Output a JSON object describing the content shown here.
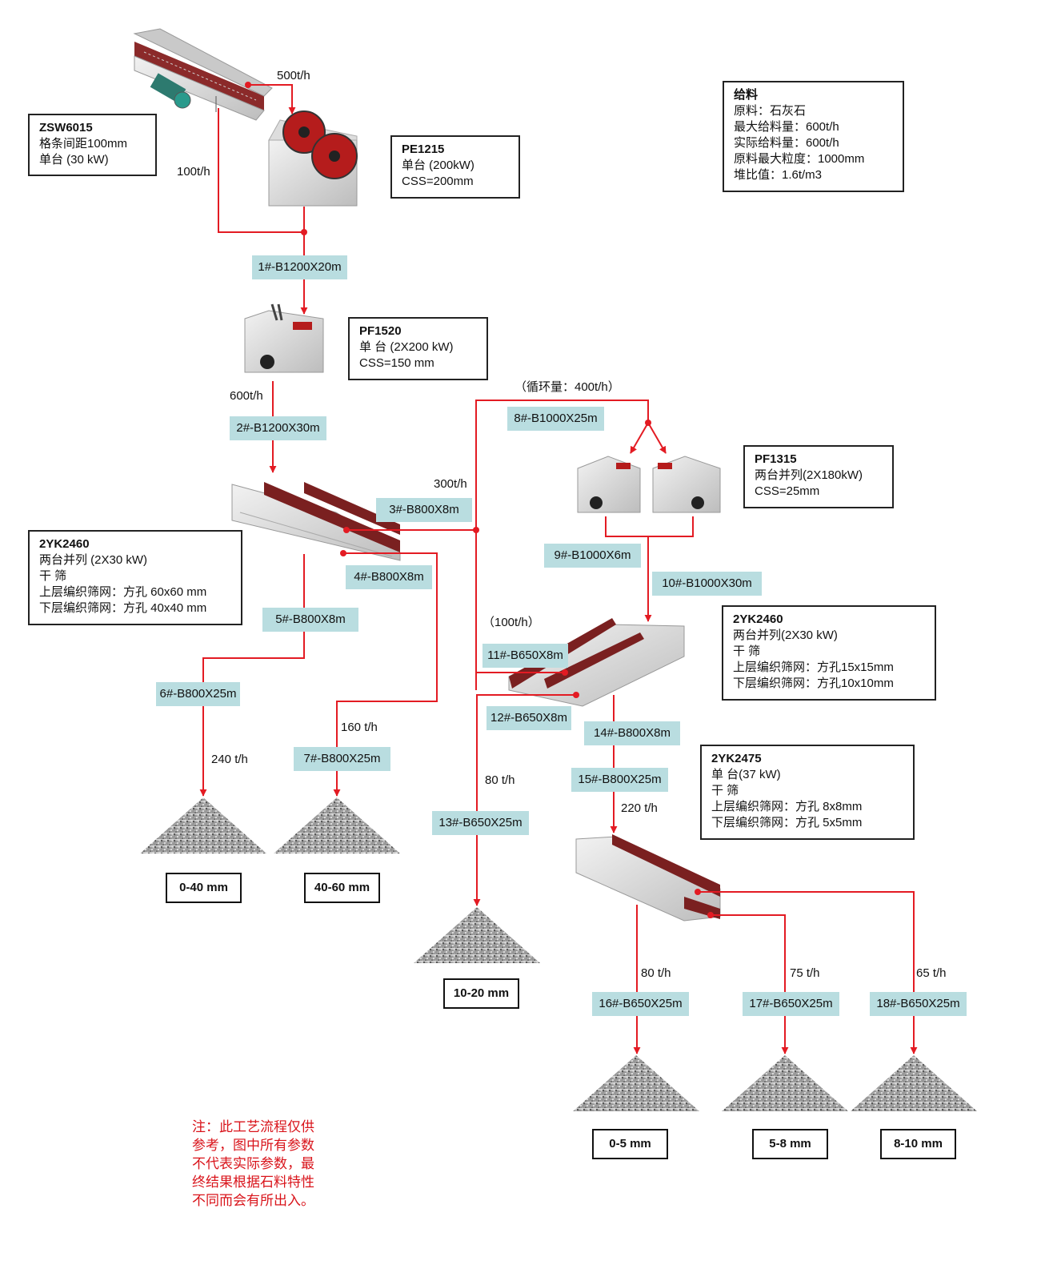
{
  "feed_box": {
    "title": "给料",
    "lines": [
      "原料：石灰石",
      "最大给料量：600t/h",
      "实际给料量：600t/h",
      "原料最大粒度：1000mm",
      "堆比值：1.6t/m3"
    ]
  },
  "equipment_boxes": {
    "zsw": {
      "title": "ZSW6015",
      "lines": [
        "格条间距100mm",
        "单台  (30 kW)"
      ]
    },
    "pe": {
      "title": "PE1215",
      "lines": [
        "单台  (200kW)",
        "CSS=200mm"
      ]
    },
    "pf1520": {
      "title": "PF1520",
      "lines": [
        "单 台  (2X200 kW)",
        "CSS=150 mm"
      ]
    },
    "pf1315": {
      "title": "PF1315",
      "lines": [
        "两台并列(2X180kW)",
        "CSS=25mm"
      ]
    },
    "screen1": {
      "title": "2YK2460",
      "lines": [
        "两台并列 (2X30 kW)",
        "干 筛",
        "上层编织筛网：方孔 60x60 mm",
        "下层编织筛网：方孔 40x40 mm"
      ]
    },
    "screen2": {
      "title": "2YK2460",
      "lines": [
        "两台并列(2X30 kW)",
        "干 筛",
        "上层编织筛网：方孔15x15mm",
        "下层编织筛网：方孔10x10mm"
      ]
    },
    "screen3": {
      "title": "2YK2475",
      "lines": [
        "单 台(37 kW)",
        "干 筛",
        "上层编织筛网：方孔 8x8mm",
        "下层编织筛网：方孔 5x5mm"
      ]
    }
  },
  "conveyors": {
    "c1": "1#-B1200X20m",
    "c2": "2#-B1200X30m",
    "c3": "3#-B800X8m",
    "c4": "4#-B800X8m",
    "c5": "5#-B800X8m",
    "c6": "6#-B800X25m",
    "c7": "7#-B800X25m",
    "c8": "8#-B1000X25m",
    "c9": "9#-B1000X6m",
    "c10": "10#-B1000X30m",
    "c11": "11#-B650X8m",
    "c12": "12#-B650X8m",
    "c13": "13#-B650X25m",
    "c14": "14#-B800X8m",
    "c15": "15#-B800X25m",
    "c16": "16#-B650X25m",
    "c17": "17#-B650X25m",
    "c18": "18#-B650X25m"
  },
  "flows": {
    "f500": "500t/h",
    "f100": "100t/h",
    "f600": "600t/h",
    "f300": "300t/h",
    "recycle": "（循环量：400t/h）",
    "f100b": "（100t/h）",
    "f160": "160 t/h",
    "f240": "240 t/h",
    "f80a": "80 t/h",
    "f220": "220 t/h",
    "f80b": "80 t/h",
    "f75": "75 t/h",
    "f65": "65 t/h"
  },
  "products": {
    "p1": "0-40 mm",
    "p2": "40-60 mm",
    "p3": "10-20 mm",
    "p4": "0-5 mm",
    "p5": "5-8 mm",
    "p6": "8-10 mm"
  },
  "note_lines": [
    "注：此工艺流程仅供",
    "参考，图中所有参数",
    "不代表实际参数，最",
    "终结果根据石料特性",
    "不同而会有所出入。"
  ],
  "colors": {
    "flow_line": "#e31b23",
    "conveyor_label_bg": "#b9dde0",
    "note_text": "#d9141b",
    "screen_beam": "#7a2020"
  }
}
